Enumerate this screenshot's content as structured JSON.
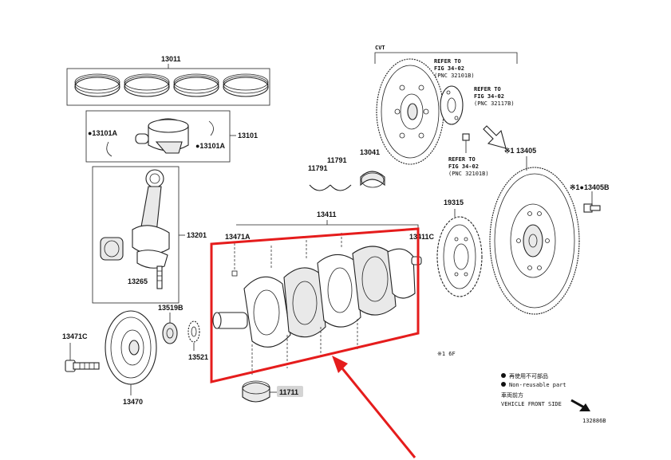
{
  "labels": {
    "p13011": "13011",
    "p13101": "13101",
    "p13101a_left": "●13101A",
    "p13101a_right": "●13101A",
    "p13201": "13201",
    "p13265": "13265",
    "p13471a": "13471A",
    "p13411": "13411",
    "p11791_a": "11791",
    "p11791_b": "11791",
    "p13041": "13041",
    "p13411c": "13411C",
    "p13519b": "13519B",
    "p13521": "13521",
    "p13471c": "13471C",
    "p13470": "13470",
    "p11711": "11711",
    "p19315": "19315",
    "p13405": "※1 13405",
    "p13405b": "※1●13405B",
    "cvt": "CVT",
    "ref1_l1": "REFER TO",
    "ref1_l2": "FIG 34-02",
    "ref1_l3": "(PNC 32101B)",
    "ref2_l1": "REFER TO",
    "ref2_l2": "FIG 34-02",
    "ref2_l3": "(PNC 32117B)",
    "ref3_l1": "REFER TO",
    "ref3_l2": "FIG 34-02",
    "ref3_l3": "(PNC 32101B)",
    "footnote": "※1 6F",
    "legend_jp": "再使用不可部品",
    "legend_en": "Non-reusable part",
    "front_jp": "車両前方",
    "front_en": "VEHICLE FRONT SIDE",
    "diagram_id": "132886B"
  },
  "colors": {
    "highlight_box": "#e51c1c",
    "arrow": "#e51c1c",
    "line_art": "#222222",
    "label_highlight": "#d4d4d4"
  }
}
